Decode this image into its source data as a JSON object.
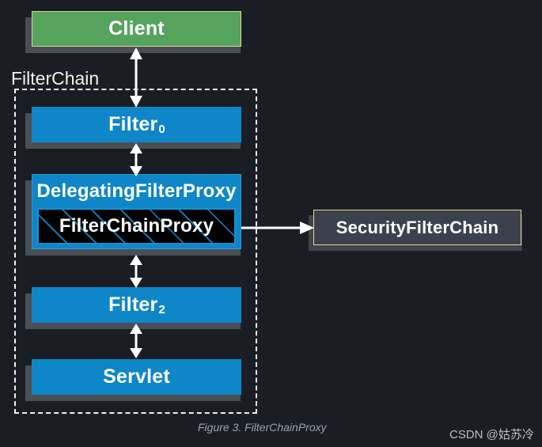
{
  "figure": {
    "background_color": "#1a1e24",
    "caption": "Figure 3. FilterChainProxy",
    "watermark": "CSDN @姑苏冷"
  },
  "group": {
    "label": "FilterChain"
  },
  "nodes": {
    "client": {
      "label": "Client",
      "fill": "#55a35d",
      "border": "#ddd29a"
    },
    "filter0": {
      "label": "Filter",
      "subscript": "0",
      "fill": "#0f86c7"
    },
    "delegating_filter_proxy": {
      "label": "DelegatingFilterProxy",
      "fill": "#0f86c7"
    },
    "filter_chain_proxy": {
      "label": "FilterChainProxy",
      "fill": "#000000",
      "hatch": "#1275ab"
    },
    "filter2": {
      "label": "Filter",
      "subscript": "2",
      "fill": "#0f86c7"
    },
    "servlet": {
      "label": "Servlet",
      "fill": "#0f86c7"
    },
    "security_filter_chain": {
      "label": "SecurityFilterChain",
      "fill": "#3b424e",
      "border": "#e7d98b"
    }
  },
  "arrows": {
    "client_to_filter0": {
      "kind": "double-headed-vertical"
    },
    "filter0_to_dfp": {
      "kind": "double-headed-vertical"
    },
    "dfp_to_filter2": {
      "kind": "double-headed-vertical"
    },
    "filter2_to_servlet": {
      "kind": "double-headed-vertical"
    },
    "fcp_to_sfc": {
      "kind": "single-headed-right"
    }
  }
}
